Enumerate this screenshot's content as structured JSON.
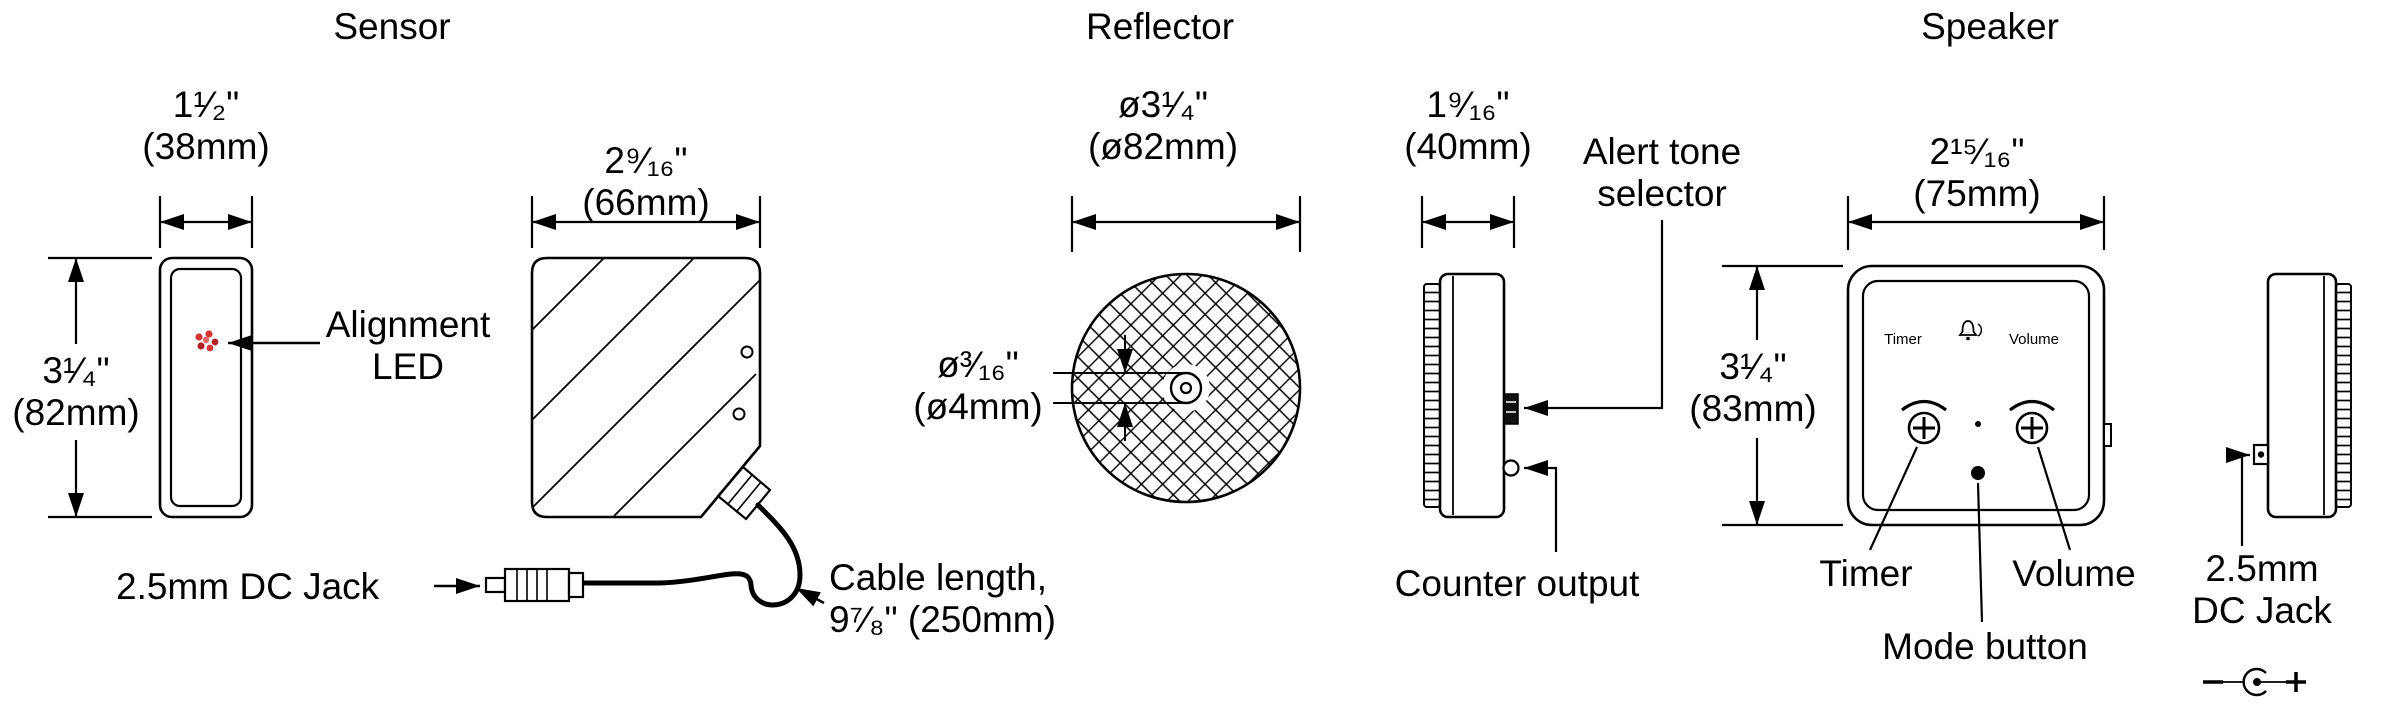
{
  "titles": {
    "sensor": "Sensor",
    "reflector": "Reflector",
    "speaker": "Speaker"
  },
  "sensor": {
    "front_width_in": "1¹⁄₂\"",
    "front_width_mm": "(38mm)",
    "height_in": "3¹⁄₄\"",
    "height_mm": "(82mm)",
    "alignment_led_1": "Alignment",
    "alignment_led_2": "LED",
    "side_width_in": "2⁹⁄₁₆\"",
    "side_width_mm": "(66mm)",
    "dc_jack": "2.5mm DC Jack",
    "cable_1": "Cable length,",
    "cable_2": "9⁷⁄₈\" (250mm)"
  },
  "reflector": {
    "dia_in": "ø3¹⁄₄\"",
    "dia_mm": "(ø82mm)",
    "hole_in": "ø³⁄₁₆\"",
    "hole_mm": "(ø4mm)"
  },
  "speaker": {
    "side_width_in": "1⁹⁄₁₆\"",
    "side_width_mm": "(40mm)",
    "alert_1": "Alert tone",
    "alert_2": "selector",
    "counter_output": "Counter output",
    "height_in": "3¹⁄₄\"",
    "height_mm": "(83mm)",
    "front_width_in": "2¹⁵⁄₁₆\"",
    "front_width_mm": "(75mm)",
    "face_timer": "Timer",
    "face_volume": "Volume",
    "timer": "Timer",
    "volume": "Volume",
    "mode_button": "Mode button",
    "dc_jack_1": "2.5mm",
    "dc_jack_2": "DC Jack"
  },
  "icons": {
    "bell": "bell-with-sound-waves",
    "polarity": "center-positive-dc-polarity"
  },
  "colors": {
    "line": "#000000",
    "background": "#ffffff",
    "led": "#d63434"
  }
}
